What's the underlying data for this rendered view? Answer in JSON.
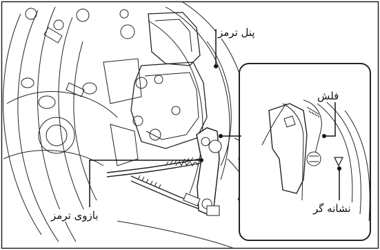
{
  "labels": {
    "brake_panel": "پنل ترمز",
    "brake_arm": "بازوی ترمز",
    "arrow": "فلش",
    "indicator": "نشانه گر"
  }
}
